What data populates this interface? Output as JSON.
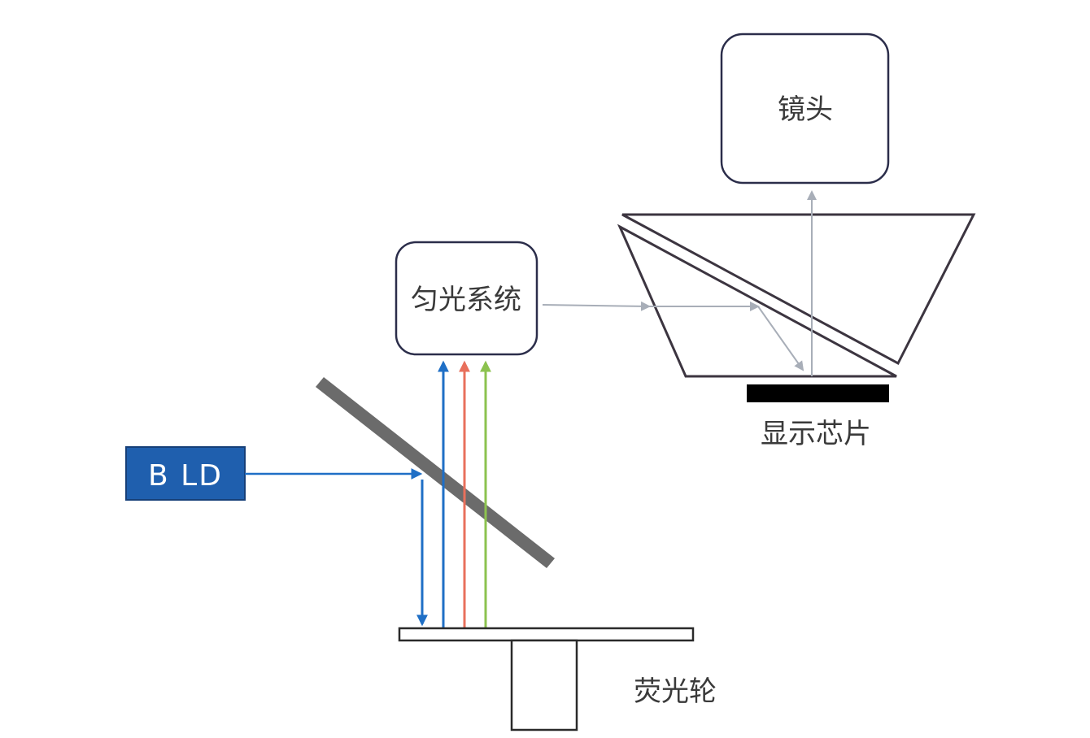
{
  "labels": {
    "lens": "镜头",
    "homogenizer": "匀光系统",
    "display_chip": "显示芯片",
    "bld": "B LD",
    "phosphor_wheel": "荧光轮"
  },
  "colors": {
    "box_stroke": "#2b2d4a",
    "bld_fill": "#1f5fae",
    "bld_stroke": "#163f78",
    "dichroic": "#6b6b6b",
    "prism_stroke": "#3c3540",
    "chip": "#000000",
    "beam_blue": "#1f6fc6",
    "beam_red": "#e8705c",
    "beam_green": "#8cc24f",
    "beam_gray": "#a8aeb8",
    "text": "#3a3a3a"
  }
}
